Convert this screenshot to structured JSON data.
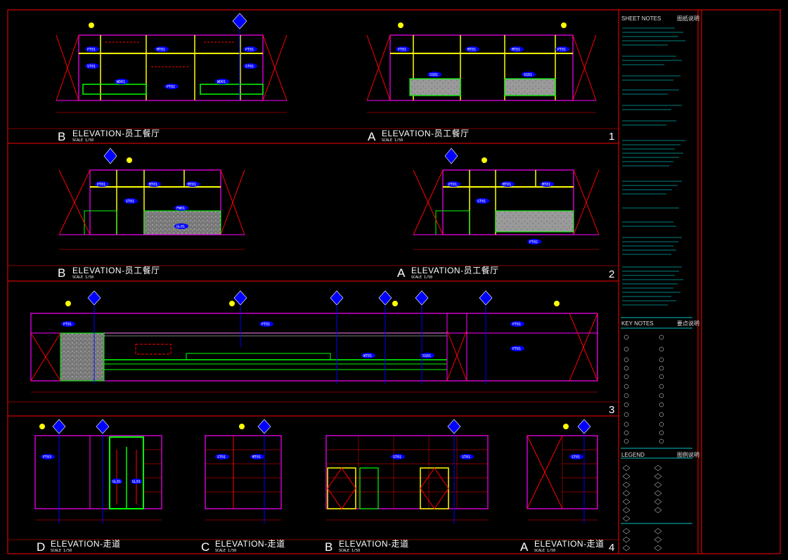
{
  "titles": [
    {
      "letter": "B",
      "text": "ELEVATION-员工餐厅",
      "scale": "SCALE  1/50"
    },
    {
      "letter": "A",
      "text": "ELEVATION-员工餐厅",
      "scale": "SCALE  1/50"
    },
    {
      "letter": "B",
      "text": "ELEVATION-员工餐厅",
      "scale": "SCALE  1/50"
    },
    {
      "letter": "A",
      "text": "ELEVATION-员工餐厅",
      "scale": "SCALE  1/50"
    },
    {
      "letter": "D",
      "text": "ELEVATION-走道",
      "scale": "SCALE  1/50"
    },
    {
      "letter": "C",
      "text": "ELEVATION-走道",
      "scale": "SCALE  1/50"
    },
    {
      "letter": "B",
      "text": "ELEVATION-走道",
      "scale": "SCALE  1/50"
    },
    {
      "letter": "A",
      "text": "ELEVATION-走道",
      "scale": "SCALE  1/50"
    }
  ],
  "row_numbers": [
    "1",
    "2",
    "3",
    "4"
  ],
  "side_panel": {
    "sheet_notes_title": "SHEET NOTES",
    "sheet_notes_cn": "图纸说明",
    "key_notes_title": "KEY NOTES",
    "key_notes_cn": "要点说明",
    "legend_title": "LEGEND",
    "legend_cn": "图例说明"
  },
  "tags": [
    "PT01",
    "ST01",
    "WD01",
    "PT02",
    "GL01",
    "FW01",
    "MT01",
    "SS01",
    "WT01",
    "PT03"
  ],
  "colors": {
    "background": "#000000",
    "frame": "#ff0000",
    "wall": "#ff00ff",
    "accent_yellow": "#ffff00",
    "green": "#00ff00",
    "cyan": "#00ffff",
    "blue": "#0000ff"
  }
}
